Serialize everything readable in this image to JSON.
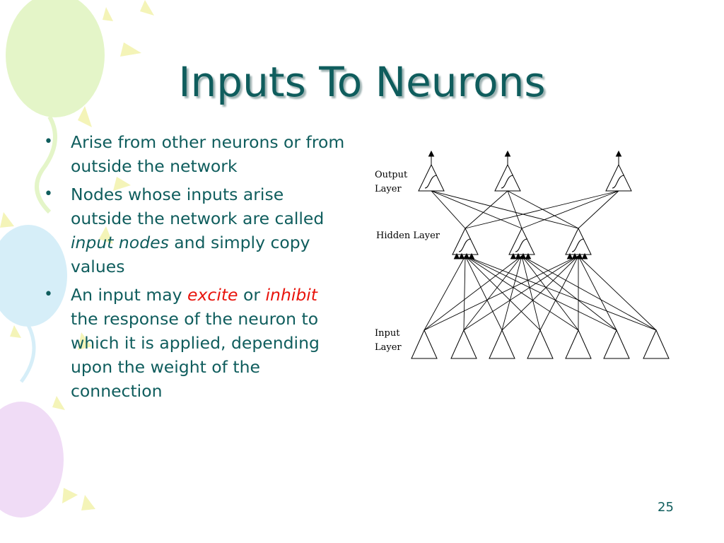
{
  "slide": {
    "title": "Inputs To Neurons",
    "page_number": "25",
    "bullets": [
      {
        "text": "Arise from other neurons or from outside the network"
      },
      {
        "pre": "Nodes whose inputs arise outside the network are called ",
        "em": "input nodes",
        "post": " and simply copy values"
      },
      {
        "pre": "An input may ",
        "em1": "excite",
        "mid": " or ",
        "em2": "inhibit",
        "post": " the response of the neuron to which it is applied, depending upon the weight of the connection"
      }
    ]
  },
  "diagram": {
    "labels": {
      "output_1": "Output",
      "output_2": "Layer",
      "hidden": "Hidden Layer",
      "input_1": "Input",
      "input_2": "Layer"
    },
    "layers": {
      "output": 3,
      "hidden": 3,
      "input": 7
    }
  },
  "colors": {
    "title": "#0f5d5d",
    "text": "#0f5d5d",
    "emphasis": "#e8140c",
    "balloon_green": "#e4f5c8",
    "balloon_blue": "#d6eef8",
    "balloon_purple": "#f0dcf6",
    "star_yellow": "#f4f4b8"
  }
}
